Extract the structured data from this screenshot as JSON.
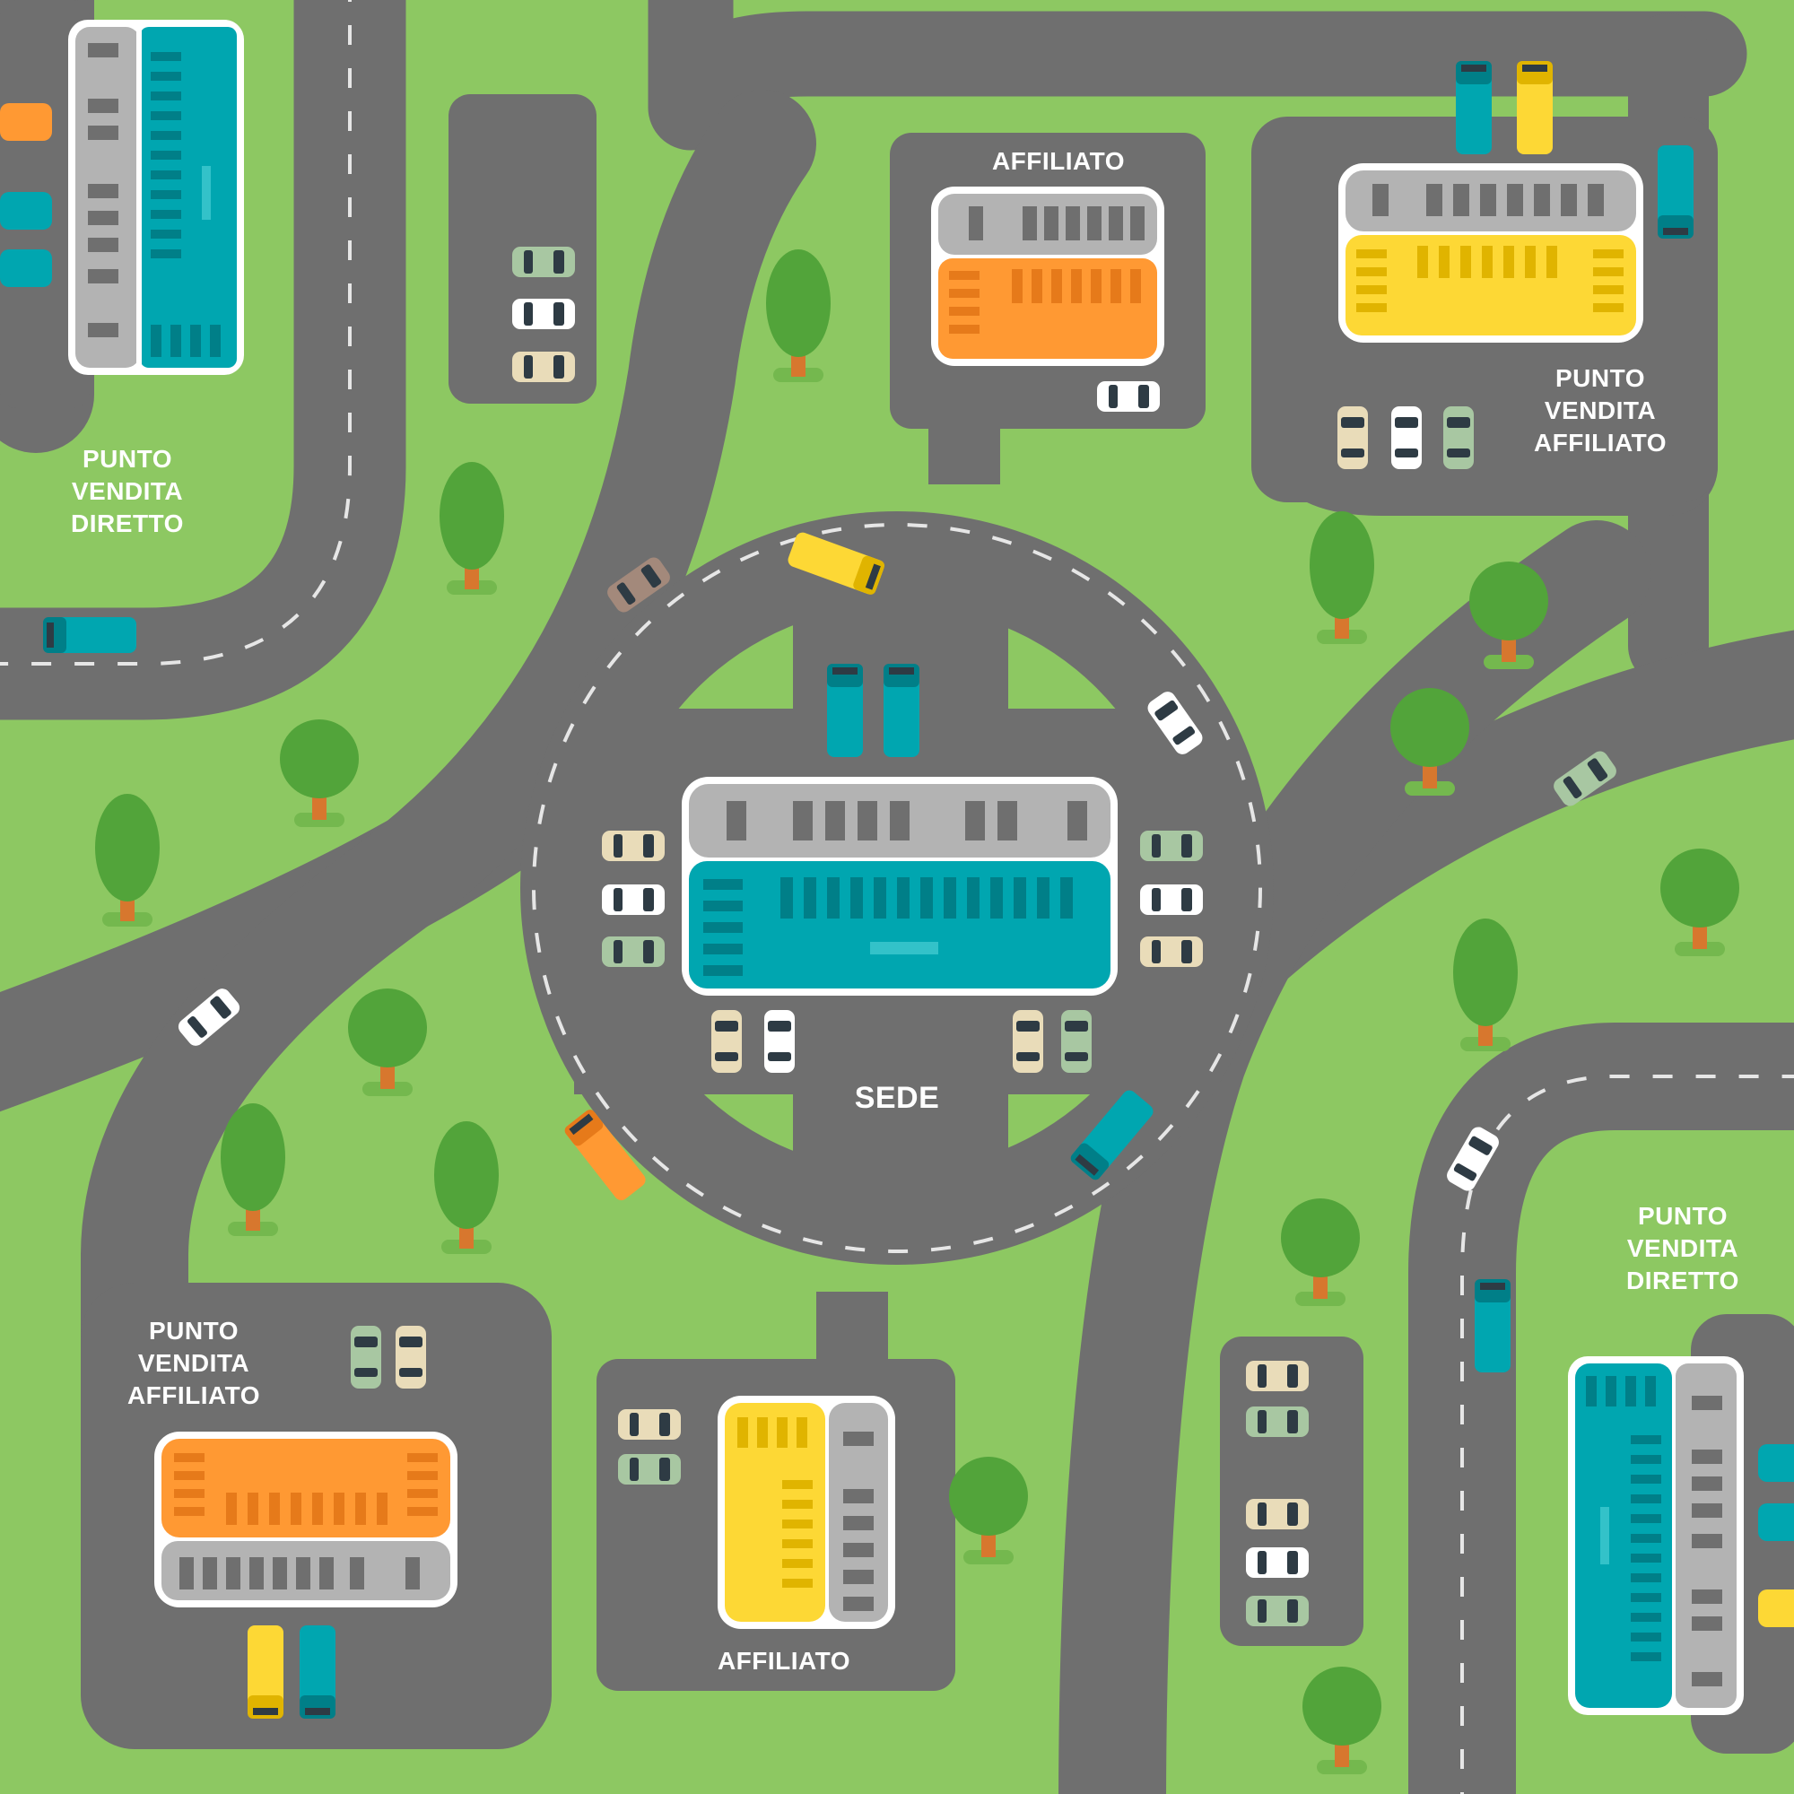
{
  "labels": {
    "top_left": "PUNTO\nVENDITA\nDIRETTO",
    "top_center": "AFFILIATO",
    "top_right": "PUNTO\nVENDITA\nAFFILIATO",
    "center": "SEDE",
    "bottom_left": "PUNTO\nVENDITA\nAFFILIATO",
    "bottom_center": "AFFILIATO",
    "bottom_right": "PUNTO\nVENDITA\nDIRETTO"
  },
  "colors": {
    "grass": "#8dc862",
    "road": "#6f6f6f",
    "lane_marking": "#e6e6e6",
    "teal": "#00a6b0",
    "orange": "#ff9933",
    "yellow": "#fdd835",
    "gray_roof": "#b3b3b3",
    "tree": "#52a43a",
    "trunk": "#d7772e"
  }
}
